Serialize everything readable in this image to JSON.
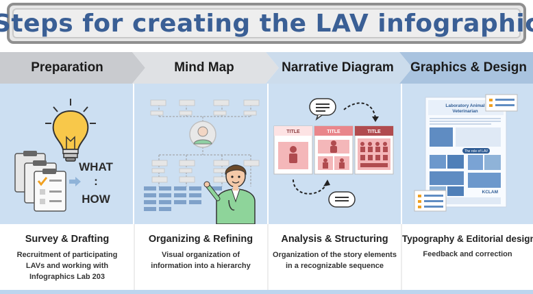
{
  "title": "Steps for creating the LAV infographic",
  "steps": [
    {
      "header": "Preparation",
      "title": "Survey & Drafting",
      "lines": [
        "Recruitment of participating",
        "LAVs and working with",
        "Infographics Lab 203"
      ]
    },
    {
      "header": "Mind Map",
      "title": "Organizing & Refining",
      "lines": [
        "Visual organization of",
        "information into a hierarchy"
      ]
    },
    {
      "header": "Narrative Diagram",
      "title": "Analysis & Structuring",
      "lines": [
        "Organization of the story elements",
        "in a recognizable sequence"
      ]
    },
    {
      "header": "Graphics & Design",
      "title": "Typography & Editorial design",
      "lines": [
        "Feedback and correction"
      ]
    }
  ],
  "prep_words": [
    "WHAT",
    ":",
    "HOW"
  ],
  "narrative_card_label": "TITLE",
  "poster": {
    "title_line1": "Laboratory Animal",
    "title_line2": "Veterinarian",
    "role_label": "The role of LAV",
    "logo": "KCLAM"
  },
  "colors": {
    "band1": "#c9cbcf",
    "band2": "#dfe1e4",
    "band3": "#ccdcec",
    "band4": "#a9c3df",
    "panel": "#ccdff2",
    "title_blue": "#3a5f95",
    "accent_pink": "#e9868b",
    "accent_dark": "#b04b4f"
  }
}
